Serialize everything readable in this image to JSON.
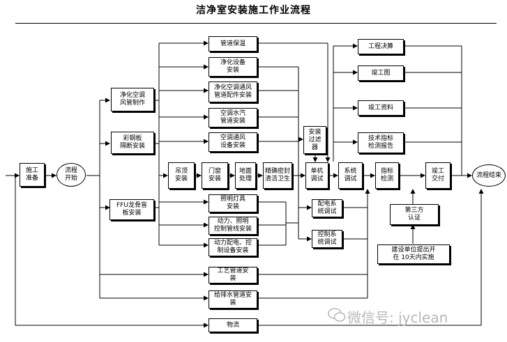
{
  "title": "洁净室安装施工作业流程",
  "nodes": {
    "shigong_zhunbei": "施工\n准备",
    "liucheng_kaishi": "流程\n开始",
    "jinghua_kongtiao_fengguan": "净化空调\n风管制作",
    "caigangban_geduan": "彩钢板\n隔断安装",
    "ffu_longgu": "FFU龙骨盲\n板安装",
    "guandao_baowen": "管道保温",
    "jinghua_shebei": "净化设备\n安装",
    "jinghua_kongtiao_tongfeng_peijian": "净化空调通风\n管道配件安装",
    "kongtiao_shuiqi": "空调水汽\n管道安装",
    "kongtiao_tongfeng_shebei": "空调通风\n设备安装",
    "diaoding": "吊顶\n安装",
    "menchuang": "门窗\n安装",
    "dimian": "地面\n处理",
    "jingjie_mifeng": "精确密封\n清洁卫生",
    "anzhuang_guolvqi": "安装\n过滤\n器",
    "danji_tiaoshi": "单机\n调试",
    "xitong_tiaoshi": "系统\n调试",
    "zhibiao_jiance": "指标\n检测",
    "jungong_jiaofu": "竣工\n交付",
    "liucheng_jieshu": "流程结束",
    "gongcheng_juesuan": "工程决算",
    "jungong_tu": "竣工图",
    "jungong_ziliao": "竣工资料",
    "jishu_zhibiao": "技术指标\n检测报告",
    "zhaoming_dengju": "照明灯具\n安装",
    "dongli_zhaoming": "动力、照明\n控制管线安装",
    "dongli_peidian": "动力配电、控\n制设备安装",
    "peidian_tiaoshi": "配电系\n统调试",
    "kongzhi_tiaoshi": "控制系\n统调试",
    "disanfang_renzheng": "第三方\n认证",
    "jianshe_danwei": "建设单位提出开\n在 10天内实施",
    "gongyi_guandao": "工艺管道安\n装",
    "geipaishui": "给排水管道安\n装",
    "wuliu": "物流"
  },
  "watermark": "微信号: jyclean"
}
